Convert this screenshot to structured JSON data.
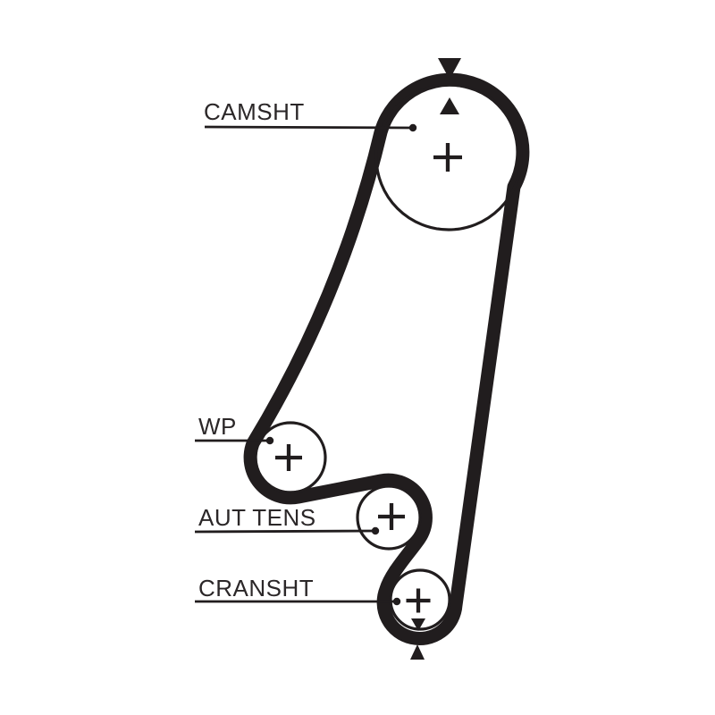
{
  "colors": {
    "background": "#ffffff",
    "ink": "#211d1e",
    "text": "#2b2728"
  },
  "labels": {
    "camshaft": "CAMSHT",
    "water_pump": "WP",
    "tensioner": "AUT TENS",
    "crankshaft": "CRANSHT"
  },
  "pulleys": [
    {
      "id": "camshaft",
      "label": "CAMSHT",
      "center_mark": "+",
      "timing_marks": [
        "down-arrow-above-belt",
        "up-arrow-inside-pulley"
      ]
    },
    {
      "id": "water-pump",
      "label": "WP",
      "center_mark": "+",
      "timing_marks": []
    },
    {
      "id": "tensioner",
      "label": "AUT TENS",
      "center_mark": "+",
      "timing_marks": []
    },
    {
      "id": "crankshaft",
      "label": "CRANSHT",
      "center_mark": "+",
      "timing_marks": [
        "down-arrow-inside-pulley",
        "up-arrow-below-belt"
      ]
    }
  ]
}
